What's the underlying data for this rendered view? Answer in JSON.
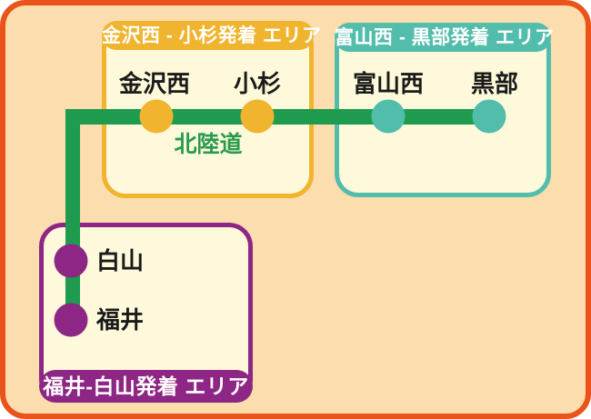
{
  "diagram_title": "expressway-area-route-map",
  "road": {
    "label": "北陸道"
  },
  "areas": {
    "kanazawa_kosugi": {
      "label": "金沢西 - 小杉発着 エリア",
      "color": "#f1b42e",
      "label_position": "top"
    },
    "toyama_kurobe": {
      "label": "富山西 - 黒部発着 エリア",
      "color": "#53bdac",
      "label_position": "top"
    },
    "fukui_hakusan": {
      "label": "福井-白山発着 エリア",
      "color": "#8d2685",
      "label_position": "bottom"
    }
  },
  "stations": {
    "kanazawa_nishi": {
      "label": "金沢西",
      "area": "kanazawa_kosugi"
    },
    "kosugi": {
      "label": "小杉",
      "area": "kanazawa_kosugi"
    },
    "toyama_nishi": {
      "label": "富山西",
      "area": "toyama_kurobe"
    },
    "kurobe": {
      "label": "黒部",
      "area": "toyama_kurobe"
    },
    "hakusan": {
      "label": "白山",
      "area": "fukui_hakusan"
    },
    "fukui": {
      "label": "福井",
      "area": "fukui_hakusan"
    }
  },
  "colors": {
    "outer_border": "#e9541a",
    "background": "#fbddae",
    "box_fill": "#fdf9da",
    "area_yellow": "#f1b42e",
    "area_teal": "#53bdac",
    "area_purple": "#8d2685",
    "route_green": "#1f9b4f",
    "station_text": "#1a1a1a",
    "area_label_text": "#ffffff"
  }
}
